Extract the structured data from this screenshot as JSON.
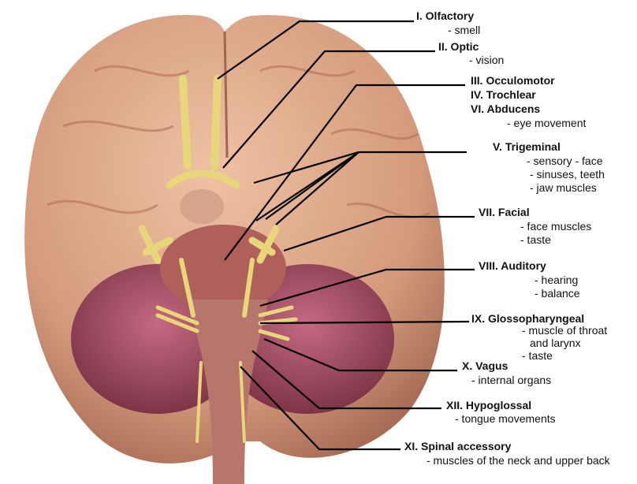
{
  "nerves": [
    {
      "name": "I. Olfactory",
      "functions": [
        "- smell"
      ]
    },
    {
      "name": "II. Optic",
      "functions": [
        "- vision"
      ]
    },
    {
      "name": "III. Occulomotor",
      "names_extra": [
        "IV. Trochlear",
        "VI. Abducens"
      ],
      "functions": [
        "- eye movement"
      ]
    },
    {
      "name": "V. Trigeminal",
      "functions": [
        "- sensory - face",
        "- sinuses, teeth",
        "- jaw muscles"
      ]
    },
    {
      "name": "VII. Facial",
      "functions": [
        "- face muscles",
        "- taste"
      ]
    },
    {
      "name": "VIII. Auditory",
      "functions": [
        "- hearing",
        "- balance"
      ]
    },
    {
      "name": "IX. Glossopharyngeal",
      "functions": [
        "- muscle of throat",
        "and larynx",
        "- taste"
      ]
    },
    {
      "name": "X. Vagus",
      "functions": [
        "- internal organs"
      ]
    },
    {
      "name": "XII. Hypoglossal",
      "functions": [
        "- tongue movements"
      ]
    },
    {
      "name": "XI. Spinal accessory",
      "functions": [
        "- muscles of the neck and upper back"
      ]
    }
  ],
  "colors": {
    "brain": "#d9a184",
    "brain_dark": "#b87a62",
    "cerebellum": "#a8506a",
    "nerve": "#e8d77a",
    "line": "#000000"
  }
}
